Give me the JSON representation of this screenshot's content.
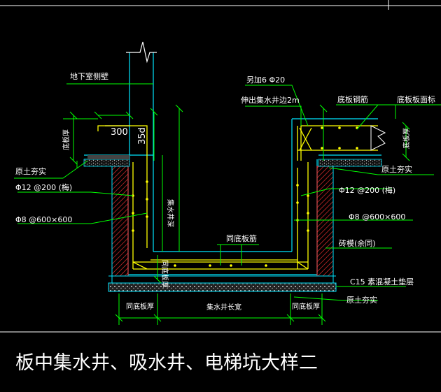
{
  "labels": {
    "basement_wall": "地下室侧壁",
    "extra_bar": "另加6 Φ20",
    "extend_pit_edge": "伸出集水井边2m",
    "bottom_slab_rebar": "底板钢筋",
    "slab_top_elev": "底板板面标",
    "dim_300": "300",
    "dim_35d": "35d",
    "slab_thickness_left": "底板厚",
    "slab_thickness_right": "底板厚",
    "soil_left": "原土夯实",
    "soil_right": "原土夯实",
    "soil_bottom": "原土夯实",
    "rebar_left_12": "Φ12 @200 (梅)",
    "rebar_right_12": "Φ12 @200 (梅)",
    "rebar_left_8": "Φ8 @600×600",
    "rebar_right_8": "Φ8 @600×600",
    "pit_depth": "集水井深",
    "same_slab_rebar": "同底板筋",
    "brick_mould": "砖模(余同)",
    "same_slab_thick_wall": "同底板厚",
    "concrete_cushion": "C15 素混凝土垫层",
    "same_slab_thick_bottom_left": "同底板厚",
    "pit_length": "集水井长宽",
    "same_slab_thick_bottom_right": "同底板厚",
    "title": "板中集水井、吸水井、电梯坑大样二"
  },
  "colors": {
    "background": "#000000",
    "leader": "#00ff00",
    "wall_cyan": "#00e5ff",
    "rebar_yellow": "#ffff00",
    "brick_red": "#ff3333",
    "text": "#ffffff",
    "axis_white": "#ffffff"
  }
}
